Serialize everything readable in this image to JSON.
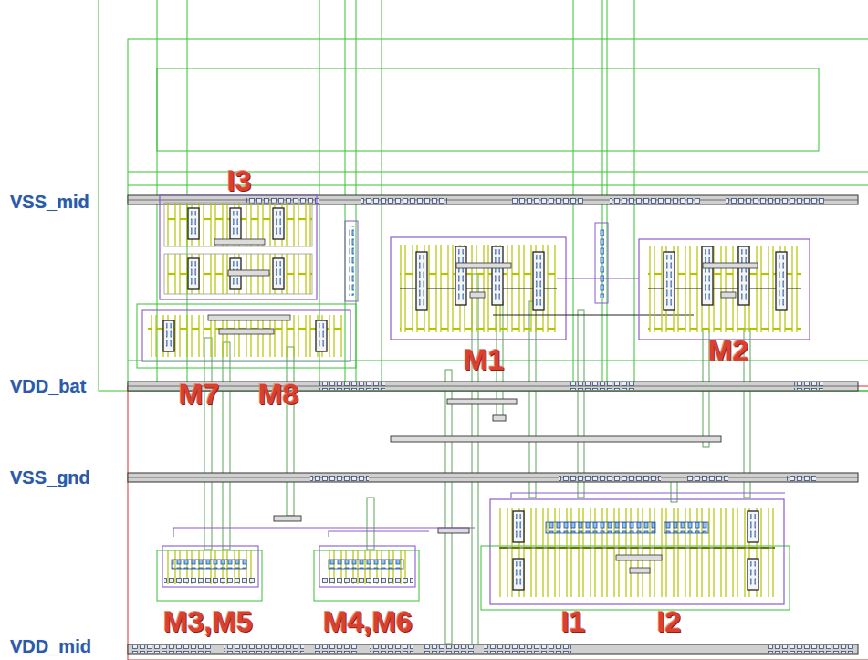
{
  "diagram": {
    "labels": [
      "VSS_mid",
      "I3",
      "M1",
      "M2",
      "VDD_bat",
      "M7",
      "M8",
      "VSS_gnd",
      "M3,M5",
      "M4,M6",
      "I1",
      "I2",
      "VDD_mid"
    ]
  }
}
